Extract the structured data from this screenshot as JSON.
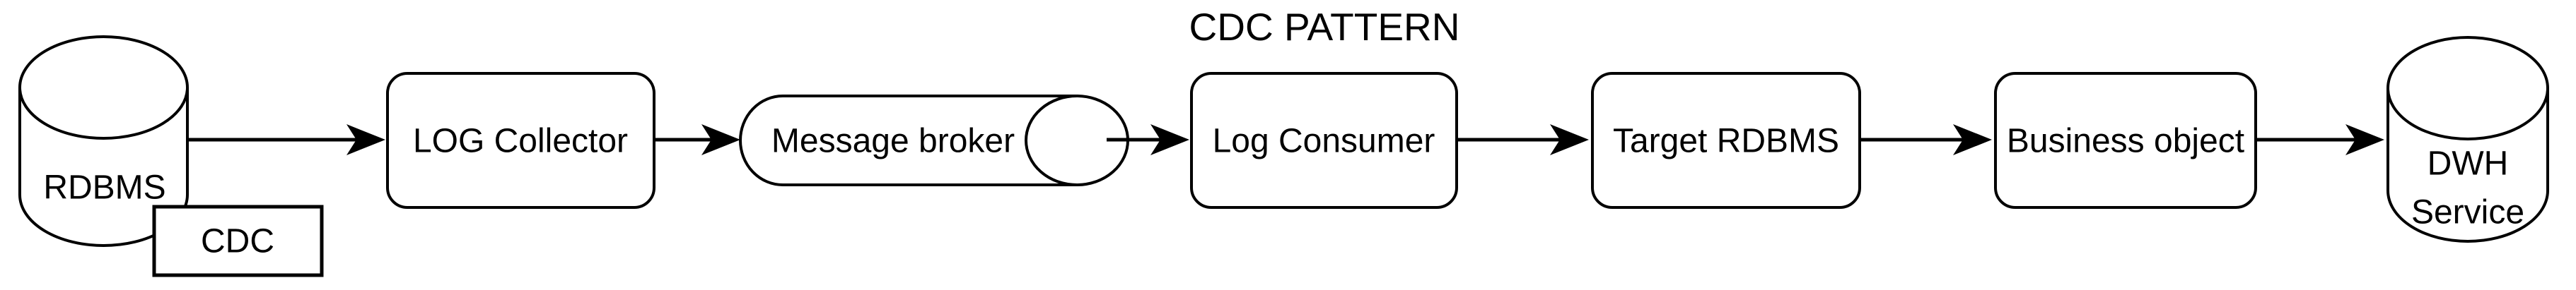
{
  "title": "CDC PATTERN",
  "colors": {
    "background": "#ffffff",
    "shape_fill": "#ffffff",
    "stroke": "#000000",
    "text": "#000000"
  },
  "nodes": {
    "rdbms": {
      "label": "RDBMS",
      "shape": "cylinder"
    },
    "cdc": {
      "label": "CDC",
      "shape": "rectangle"
    },
    "log_collector": {
      "label": "LOG Collector",
      "shape": "rounded-rectangle"
    },
    "message_broker": {
      "label": "Message broker",
      "shape": "horizontal-cylinder"
    },
    "log_consumer": {
      "label": "Log Consumer",
      "shape": "rounded-rectangle"
    },
    "target_rdbms": {
      "label": "Target RDBMS",
      "shape": "rounded-rectangle"
    },
    "business_object": {
      "label": "Business object",
      "shape": "rounded-rectangle"
    },
    "dwh_service": {
      "label": "DWH Service",
      "lines": [
        "DWH",
        "Service"
      ],
      "shape": "cylinder"
    }
  },
  "edges": [
    {
      "from": "rdbms",
      "to": "log_collector"
    },
    {
      "from": "log_collector",
      "to": "message_broker"
    },
    {
      "from": "message_broker",
      "to": "log_consumer"
    },
    {
      "from": "log_consumer",
      "to": "target_rdbms"
    },
    {
      "from": "target_rdbms",
      "to": "business_object"
    },
    {
      "from": "business_object",
      "to": "dwh_service"
    }
  ]
}
